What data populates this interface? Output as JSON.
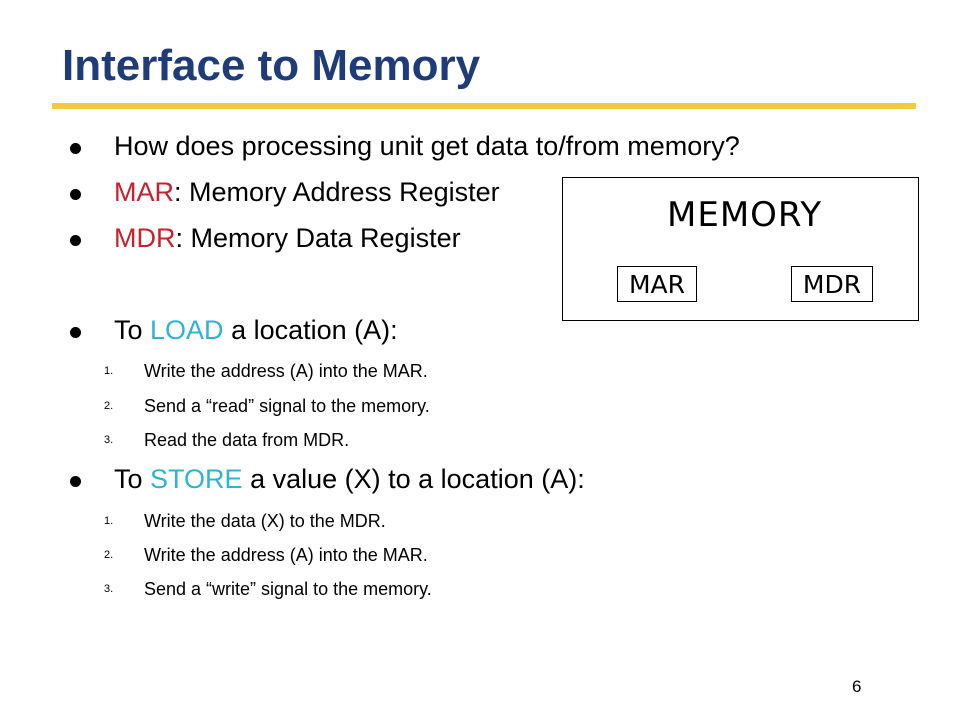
{
  "slide": {
    "title": "Interface to Memory",
    "page_number": "6",
    "accent_color": "#f1cc3a",
    "title_color": "#1f3c78"
  },
  "bullets": [
    {
      "parts": [
        "How does processing unit get data to/from memory?"
      ]
    },
    {
      "highlight": "MAR",
      "rest": ": Memory Address Register"
    },
    {
      "highlight": "MDR",
      "rest": ": Memory Data Register"
    },
    {
      "prefix": "To ",
      "highlight": "LOAD",
      "rest": " a location (A):"
    },
    {
      "prefix": "To ",
      "highlight": "STORE",
      "rest": " a value (X) to a location (A):"
    }
  ],
  "load_steps": [
    {
      "num": "1.",
      "text": "Write the address (A) into the MAR."
    },
    {
      "num": "2.",
      "text": "Send a “read” signal to the memory."
    },
    {
      "num": "3.",
      "text": "Read the data from MDR."
    }
  ],
  "store_steps": [
    {
      "num": "1.",
      "text": "Write the data (X) to the MDR."
    },
    {
      "num": "2.",
      "text": "Write the address (A) into the MAR."
    },
    {
      "num": "3.",
      "text": "Send a “write” signal to the memory."
    }
  ],
  "diagram": {
    "memory_label": "MEMORY",
    "mar_label": "MAR",
    "mdr_label": "MDR"
  },
  "colors": {
    "red_highlight": "#c8202c",
    "cyan_highlight": "#2fb3d3"
  }
}
